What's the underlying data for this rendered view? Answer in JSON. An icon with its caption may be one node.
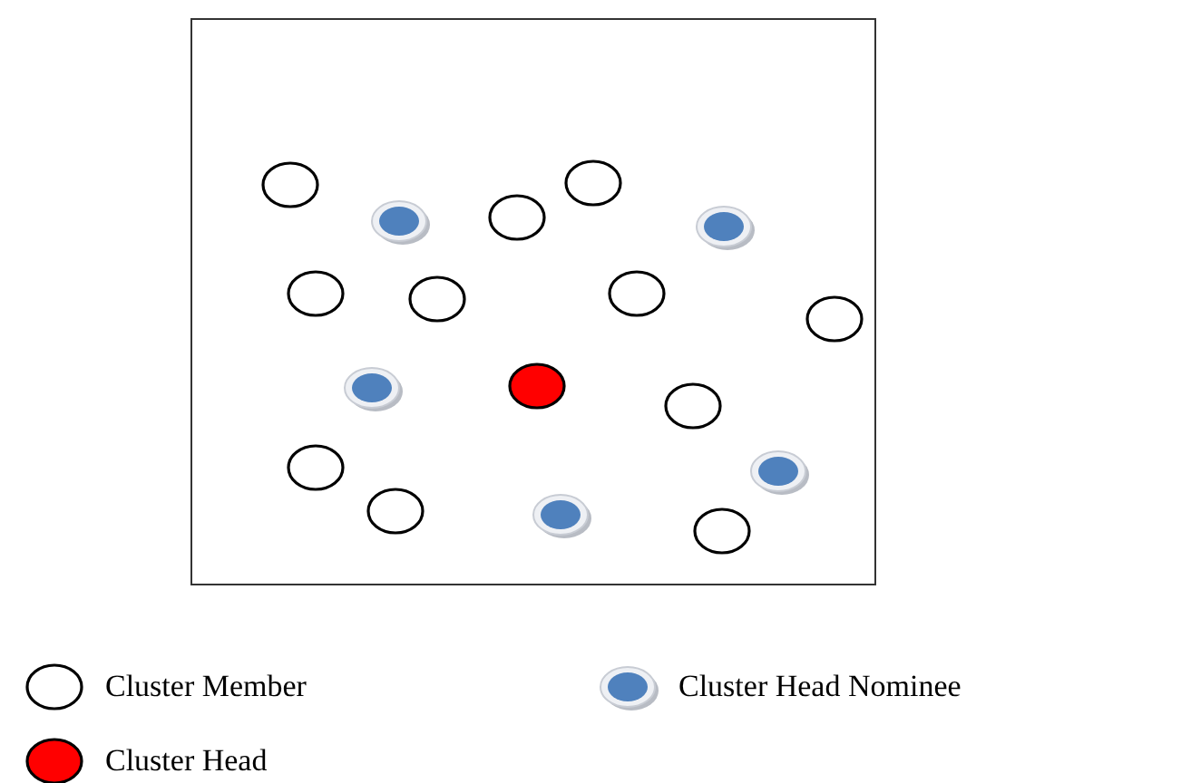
{
  "diagram": {
    "nodes": [
      {
        "text": [],
        "shape": "box"
      },
      {
        "text": [],
        "shape": "circle",
        "in": 0
      },
      {
        "text": [],
        "shape": "circle",
        "in": 0
      },
      {
        "text": [],
        "shape": "circle",
        "in": 0
      },
      {
        "text": [],
        "shape": "circle",
        "in": 0
      },
      {
        "text": [],
        "shape": "circle",
        "in": 0
      },
      {
        "text": [],
        "shape": "circle",
        "in": 0
      },
      {
        "text": [],
        "shape": "circle",
        "in": 0
      },
      {
        "text": [],
        "shape": "circle",
        "in": 0
      },
      {
        "text": [],
        "shape": "circle",
        "in": 0
      },
      {
        "text": [],
        "shape": "circle",
        "in": 0
      },
      {
        "text": [],
        "shape": "circle",
        "in": 0
      },
      {
        "text": [],
        "shape": "circle",
        "in": 0
      },
      {
        "text": [],
        "shape": "circle",
        "in": 0
      },
      {
        "text": [],
        "shape": "circle",
        "in": 0
      },
      {
        "text": [],
        "shape": "circle",
        "in": 0
      },
      {
        "text": [],
        "shape": "circle",
        "in": 0
      },
      {
        "text": [],
        "shape": "circle",
        "in": 0
      }
    ],
    "legend": [
      {
        "text": "Cluster Member"
      },
      {
        "text": "Cluster Head Nominee",
        "color": "#4f81bd"
      },
      {
        "text": "Cluster Head",
        "color": "#ff0000"
      }
    ]
  }
}
